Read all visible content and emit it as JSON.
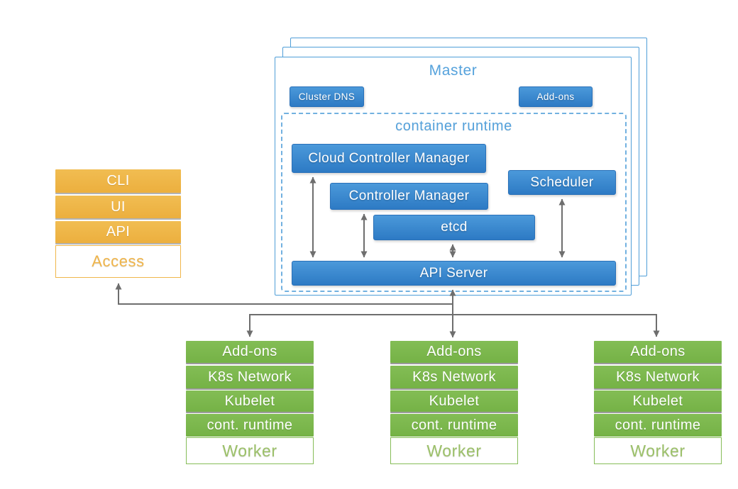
{
  "master": {
    "title": "Master",
    "badges": {
      "cluster_dns": "Cluster DNS",
      "addons": "Add-ons"
    },
    "container_runtime": {
      "title": "container runtime",
      "components": {
        "cloud_controller_manager": "Cloud Controller Manager",
        "controller_manager": "Controller Manager",
        "scheduler": "Scheduler",
        "etcd": "etcd",
        "api_server": "API Server"
      }
    }
  },
  "access_stack": {
    "items": [
      "CLI",
      "UI",
      "API"
    ],
    "label": "Access"
  },
  "workers": {
    "count": 3,
    "rows": [
      "Add-ons",
      "K8s Network",
      "Kubelet",
      "cont. runtime"
    ],
    "label": "Worker"
  },
  "colors": {
    "component_blue": "#3a87cd",
    "outline_blue": "#4f9ed8",
    "title_blue": "#55a2dc",
    "access_orange": "#efb445",
    "worker_green": "#7cb84e",
    "arrow_gray": "#6e6e6e"
  }
}
